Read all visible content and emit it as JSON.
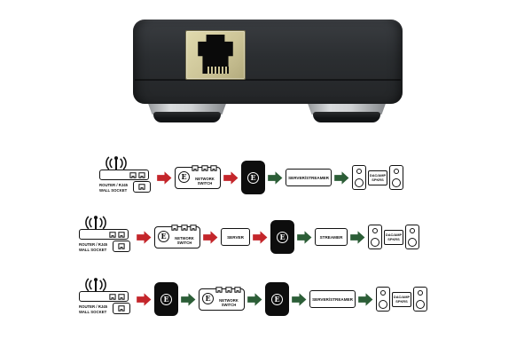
{
  "page": {
    "background": "#ffffff"
  },
  "product_photo": {
    "body_color": "#2b2e31",
    "port_plate_color": "#d3cb9c",
    "feet_color": "#c7c9cb",
    "ethernet_ports_visible": 1
  },
  "colors": {
    "arrow_red": "#c4262b",
    "arrow_green": "#2c5e37",
    "outline_black": "#111111",
    "device_black": "#0d0d0d"
  },
  "labels": {
    "router": "ROUTER / RJ45\nWALL SOCKET",
    "network_switch": "NETWORK\nSWITCH",
    "server": "SERVER",
    "streamer": "STREAMER",
    "server_streamer": "SERVER/STREAMER",
    "dac_amp": "DAC/AMP\nSPKRS",
    "logo_letter": "E"
  },
  "diagram": {
    "rows": [
      {
        "name": "setup-1",
        "sequence": [
          "router / rj45 wall socket",
          "red-arrow",
          "network switch",
          "red-arrow",
          "ee-device",
          "green-arrow",
          "server/streamer",
          "green-arrow",
          "speaker",
          "dac/amp spkrs",
          "speaker"
        ]
      },
      {
        "name": "setup-2",
        "sequence": [
          "router / rj45 wall socket",
          "red-arrow",
          "network switch",
          "red-arrow",
          "server",
          "red-arrow",
          "ee-device",
          "green-arrow",
          "streamer",
          "green-arrow",
          "speaker",
          "dac/amp spkrs",
          "speaker"
        ]
      },
      {
        "name": "setup-3",
        "sequence": [
          "router / rj45 wall socket",
          "red-arrow",
          "ee-device",
          "green-arrow",
          "network switch",
          "green-arrow",
          "ee-device",
          "green-arrow",
          "server/streamer",
          "green-arrow",
          "speaker",
          "dac/amp spkrs",
          "speaker"
        ]
      }
    ]
  }
}
